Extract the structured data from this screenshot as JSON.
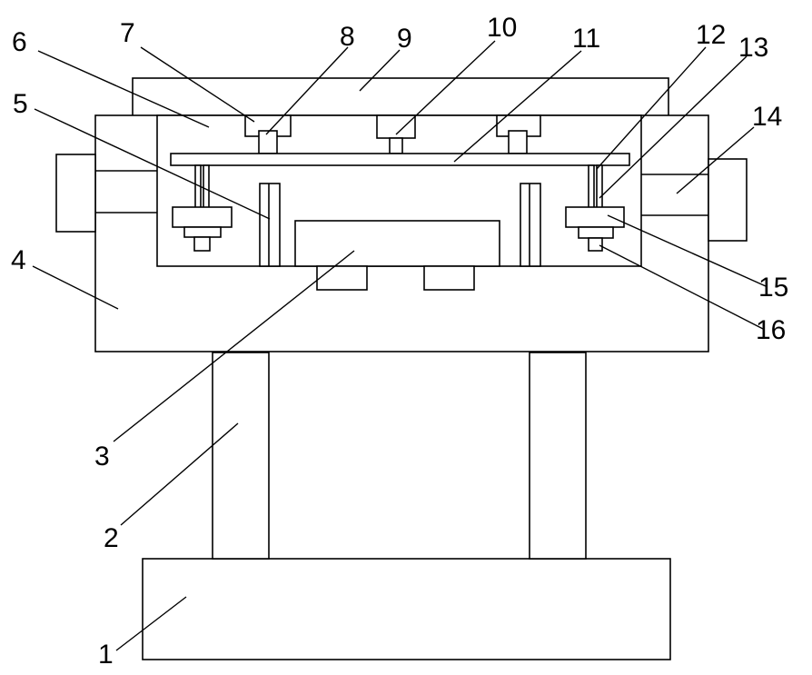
{
  "diagram": {
    "labels": {
      "l1": "1",
      "l2": "2",
      "l3": "3",
      "l4": "4",
      "l5": "5",
      "l6": "6",
      "l7": "7",
      "l8": "8",
      "l9": "9",
      "l10": "10",
      "l11": "11",
      "l12": "12",
      "l13": "13",
      "l14": "14",
      "l15": "15",
      "l16": "16"
    },
    "colors": {
      "line": "#000000",
      "background": "#ffffff"
    }
  }
}
